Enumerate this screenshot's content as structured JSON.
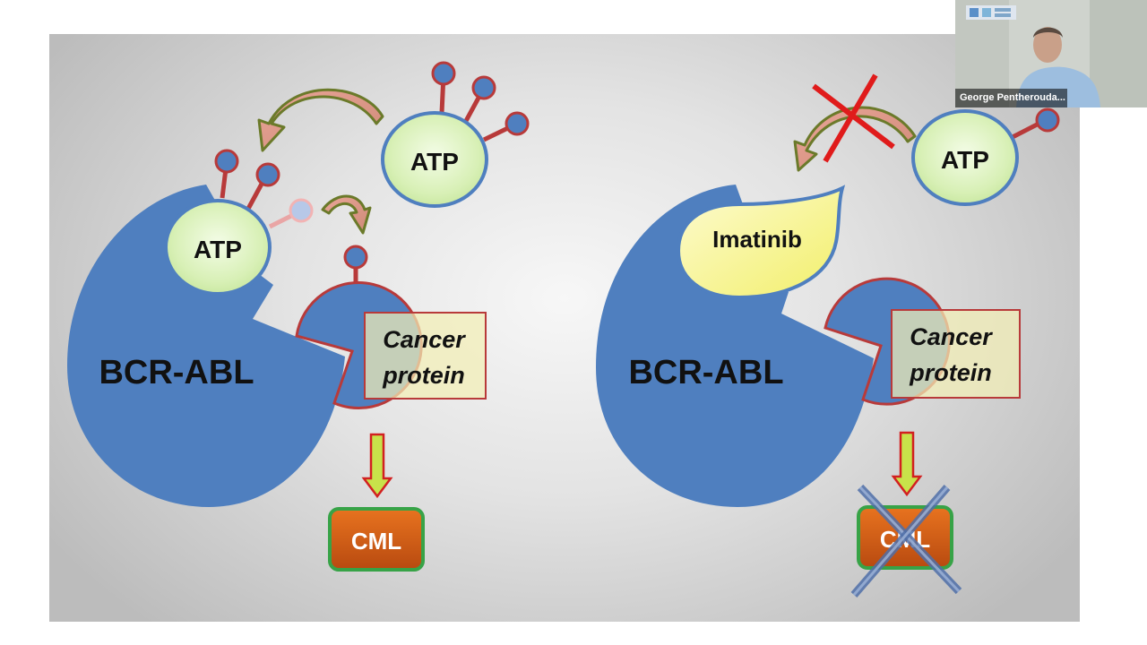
{
  "slide": {
    "left_panel": {
      "enzyme_label": "BCR-ABL",
      "atp_bound_label": "ATP",
      "atp_free_label": "ATP",
      "substrate_label_line1": "Cancer",
      "substrate_label_line2": "protein",
      "outcome_label": "CML"
    },
    "right_panel": {
      "enzyme_label": "BCR-ABL",
      "inhibitor_label": "Imatinib",
      "atp_free_label": "ATP",
      "substrate_label_line1": "Cancer",
      "substrate_label_line2": "protein",
      "outcome_label": "CML"
    }
  },
  "video_tile": {
    "participant_name": "George Pentheroudа..."
  },
  "colors": {
    "enzyme_blue": "#4f7fbf",
    "atp_green": "#d8f0b6",
    "phosphate_red": "#b83a3a",
    "substrate_yellow": "#f3efb6",
    "cml_orange": "#d85a12",
    "cml_border": "#37a347",
    "cross_red": "#e01b1b",
    "cross_blue": "#5a7fb8"
  },
  "icons": [
    "phosphate-group-icon",
    "curved-arrow-icon",
    "down-arrow-icon",
    "red-cross-icon",
    "blue-cross-icon"
  ]
}
